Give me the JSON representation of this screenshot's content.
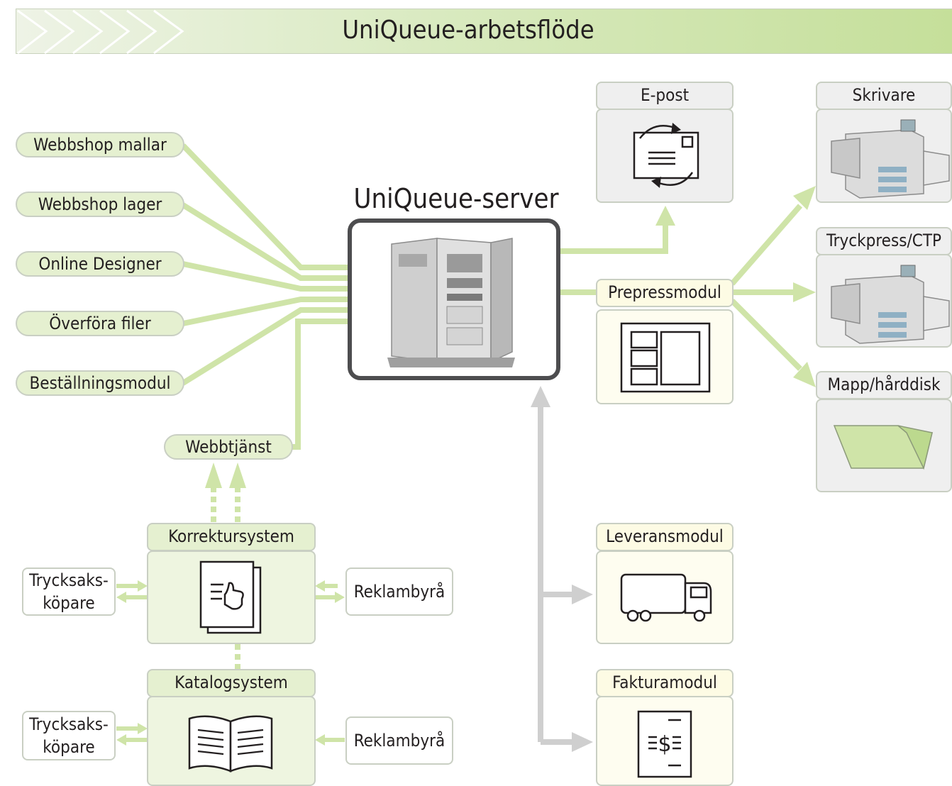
{
  "title": "UniQueue-arbetsflöde",
  "server": {
    "label": "UniQueue-server"
  },
  "inputs": [
    "Webbshop mallar",
    "Webbshop lager",
    "Online Designer",
    "Överföra filer",
    "Beställningsmodul"
  ],
  "webservice": "Webbtjänst",
  "proof_system": {
    "label": "Korrektursystem",
    "left": [
      "Trycksaks-",
      "köpare"
    ],
    "right": "Reklambyrå"
  },
  "catalog_system": {
    "label": "Katalogsystem",
    "left": [
      "Trycksaks-",
      "köpare"
    ],
    "right": "Reklambyrå"
  },
  "email": {
    "label": "E-post"
  },
  "prepress": {
    "label": "Prepressmodul"
  },
  "delivery": {
    "label": "Leveransmodul"
  },
  "invoice": {
    "label": "Fakturamodul"
  },
  "printer": {
    "label": "Skrivare"
  },
  "press": {
    "label": "Tryckpress/CTP"
  },
  "folder": {
    "label": "Mapp/hårddisk"
  },
  "colors": {
    "green_line": "#cfe4a8",
    "gray_line": "#cfcfcf",
    "frame": "#4d4d4f"
  }
}
